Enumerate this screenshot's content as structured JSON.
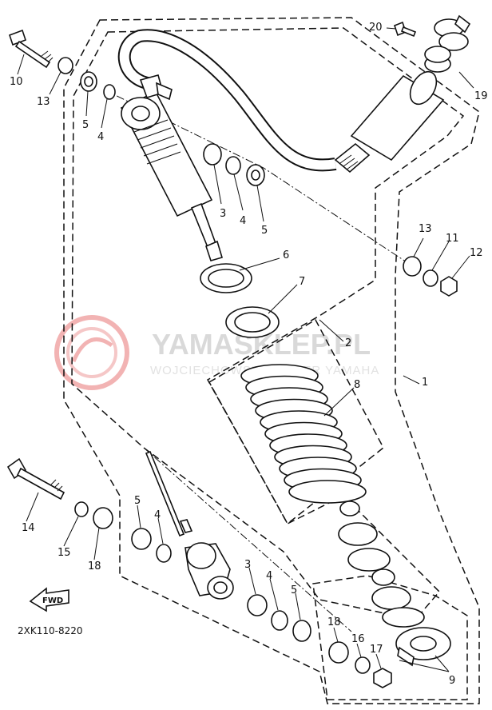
{
  "diagram": {
    "drawing_code": "2XK110-8220",
    "watermark": {
      "brand": "YAMASKLEP.PL",
      "subtitle": "WOJCIECHOWSKI DEALER YAMAHA"
    },
    "fwd_label": "FWD",
    "callouts": [
      {
        "id": "c10",
        "text": "10"
      },
      {
        "id": "c13a",
        "text": "13"
      },
      {
        "id": "c5a",
        "text": "5"
      },
      {
        "id": "c4a",
        "text": "4"
      },
      {
        "id": "c3a",
        "text": "3"
      },
      {
        "id": "c4b",
        "text": "4"
      },
      {
        "id": "c5b",
        "text": "5"
      },
      {
        "id": "c20",
        "text": "20"
      },
      {
        "id": "c19",
        "text": "19"
      },
      {
        "id": "c13b",
        "text": "13"
      },
      {
        "id": "c11",
        "text": "11"
      },
      {
        "id": "c12",
        "text": "12"
      },
      {
        "id": "c6",
        "text": "6"
      },
      {
        "id": "c7",
        "text": "7"
      },
      {
        "id": "c2",
        "text": "2"
      },
      {
        "id": "c8",
        "text": "8"
      },
      {
        "id": "c1",
        "text": "1"
      },
      {
        "id": "c14",
        "text": "14"
      },
      {
        "id": "c15",
        "text": "15"
      },
      {
        "id": "c18a",
        "text": "18"
      },
      {
        "id": "c5c",
        "text": "5"
      },
      {
        "id": "c4c",
        "text": "4"
      },
      {
        "id": "c3b",
        "text": "3"
      },
      {
        "id": "c4d",
        "text": "4"
      },
      {
        "id": "c5d",
        "text": "5"
      },
      {
        "id": "c18b",
        "text": "18"
      },
      {
        "id": "c16",
        "text": "16"
      },
      {
        "id": "c17",
        "text": "17"
      },
      {
        "id": "c9",
        "text": "9"
      }
    ]
  }
}
